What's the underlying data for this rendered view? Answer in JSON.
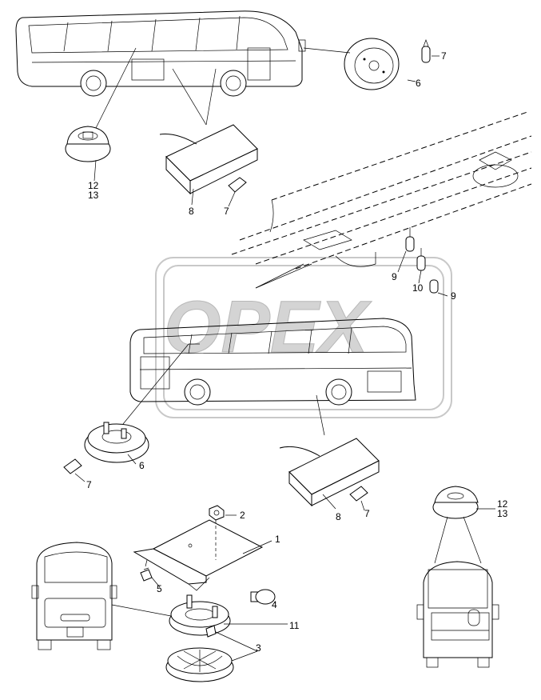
{
  "watermark": {
    "text": "OPEX"
  },
  "callouts": {
    "c1": "1",
    "c2": "2",
    "c3": "3",
    "c4": "4",
    "c5": "5",
    "c6a": "6",
    "c6b": "6",
    "c7a": "7",
    "c7b": "7",
    "c7c": "7",
    "c7d": "7",
    "c8a": "8",
    "c8b": "8",
    "c9a": "9",
    "c9b": "9",
    "c10": "10",
    "c11": "11",
    "c12a": "12",
    "c13a": "13",
    "c12b": "12",
    "c13b": "13"
  },
  "colors": {
    "line": "#000000",
    "watermark": "#c8c8c8",
    "background": "#ffffff"
  }
}
